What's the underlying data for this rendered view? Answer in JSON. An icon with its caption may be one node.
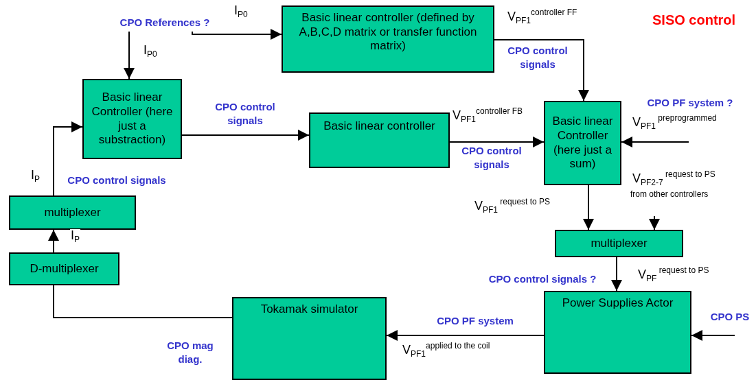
{
  "diagram": {
    "nodes": [
      {
        "text": [
          "Basic linear controller (defined by A,B,C,D matrix or transfer function matrix)"
        ]
      },
      {
        "text": [
          "Basic linear Controller (here just a substraction)"
        ]
      },
      {
        "text": [
          "Basic linear controller"
        ]
      },
      {
        "text": [
          "Basic linear Controller (here just a sum)"
        ]
      },
      {
        "text": [
          "multiplexer"
        ]
      },
      {
        "text": [
          "D-multiplexer"
        ]
      },
      {
        "text": [
          "multiplexer"
        ]
      },
      {
        "text": [
          "Power Supplies Actor"
        ]
      },
      {
        "text": [
          "Tokamak simulator"
        ]
      },
      {
        "text": [
          "CPO References ?"
        ]
      }
    ],
    "edges": [
      {
        "from": 9,
        "to": 0,
        "arrow": "to",
        "label": "I$_{P0}$"
      },
      {
        "from": 9,
        "to": 1,
        "arrow": "to",
        "label": "I$_{P0}$"
      },
      {
        "from": 0,
        "to": 3,
        "arrow": "to",
        "label": "V$_{PF1}$$^{controller FF}$"
      },
      {
        "from": 1,
        "to": 2,
        "arrow": "to"
      },
      {
        "from": 2,
        "to": 3,
        "arrow": "to",
        "label": "V$_{PF1}$$^{controller FB}$"
      },
      {
        "from": null,
        "to": 3,
        "arrow": "to",
        "label": "V$_{PF1}$$^{ preprogrammed}$"
      },
      {
        "from": 3,
        "to": 6,
        "arrow": "to",
        "label": "V$_{PF1}$$^{ request to PS}$"
      },
      {
        "from": null,
        "to": 6,
        "arrow": "to",
        "label": "V$_{PF2-7}$$^{ request to PS}$"
      },
      {
        "from": 6,
        "to": 7,
        "arrow": "to",
        "label": "V$_{PF}$$^{ request to PS}$"
      },
      {
        "from": null,
        "to": 7,
        "arrow": "to"
      },
      {
        "from": 7,
        "to": 8,
        "arrow": "to",
        "label": "V$_{PF1}$$^{applied to the coil}$"
      },
      {
        "from": 8,
        "to": 5,
        "arrow": "none"
      },
      {
        "from": 5,
        "to": 4,
        "arrow": "to",
        "label": "I$_{P}$"
      },
      {
        "from": 4,
        "to": 1,
        "arrow": "to",
        "label": "I$_{P}$"
      }
    ],
    "labels": [
      "SISO control",
      "CPO control signals",
      "CPO control signals",
      "CPO control signals",
      "CPO PF system ?",
      "from other controllers",
      "CPO control signals",
      "CPO control signals ?",
      "CPO PS",
      "CPO PF system",
      "CPO mag diag."
    ]
  }
}
